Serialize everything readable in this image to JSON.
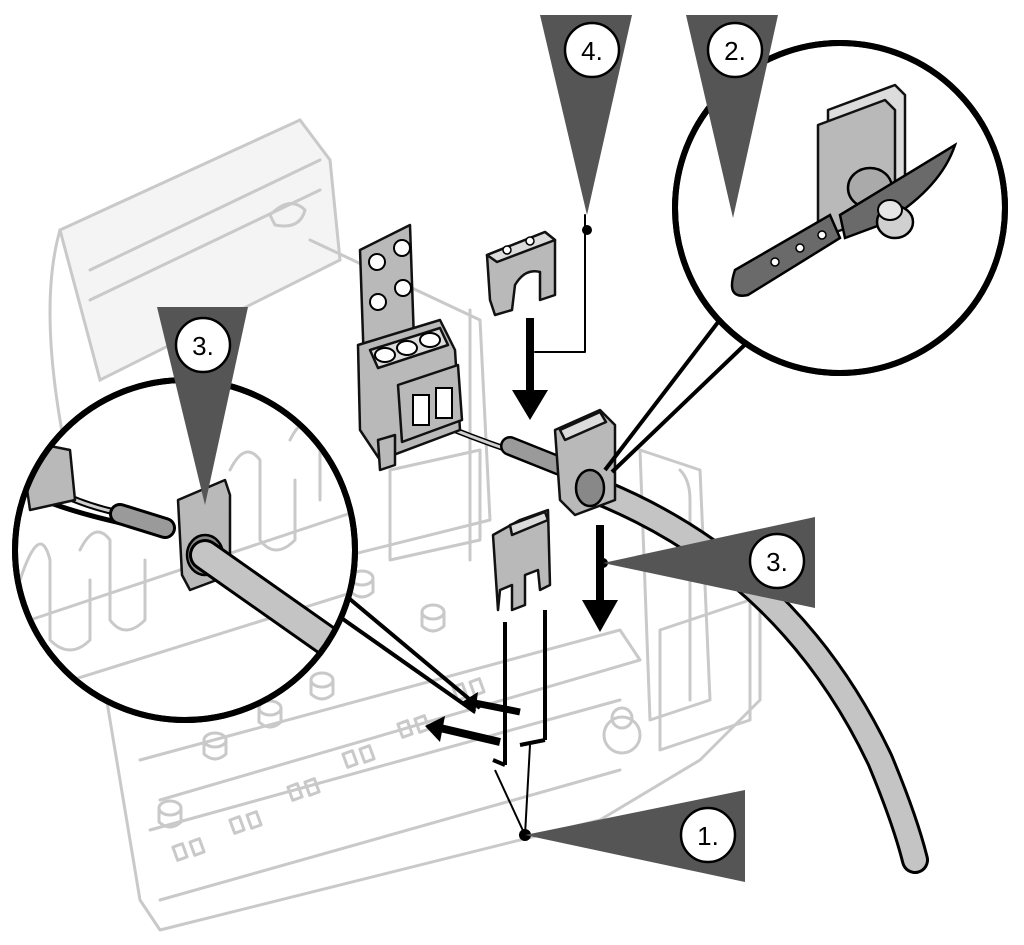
{
  "markers": {
    "step1": {
      "label": "1."
    },
    "step2": {
      "label": "2."
    },
    "step3_detail": {
      "label": "3."
    },
    "step3_right": {
      "label": "3."
    },
    "step4": {
      "label": "4."
    }
  },
  "colors": {
    "marker_fill": "#555555",
    "outline": "#000000",
    "ghost_outline": "#c9c9c9",
    "part_fill": "#b9b9b9"
  }
}
